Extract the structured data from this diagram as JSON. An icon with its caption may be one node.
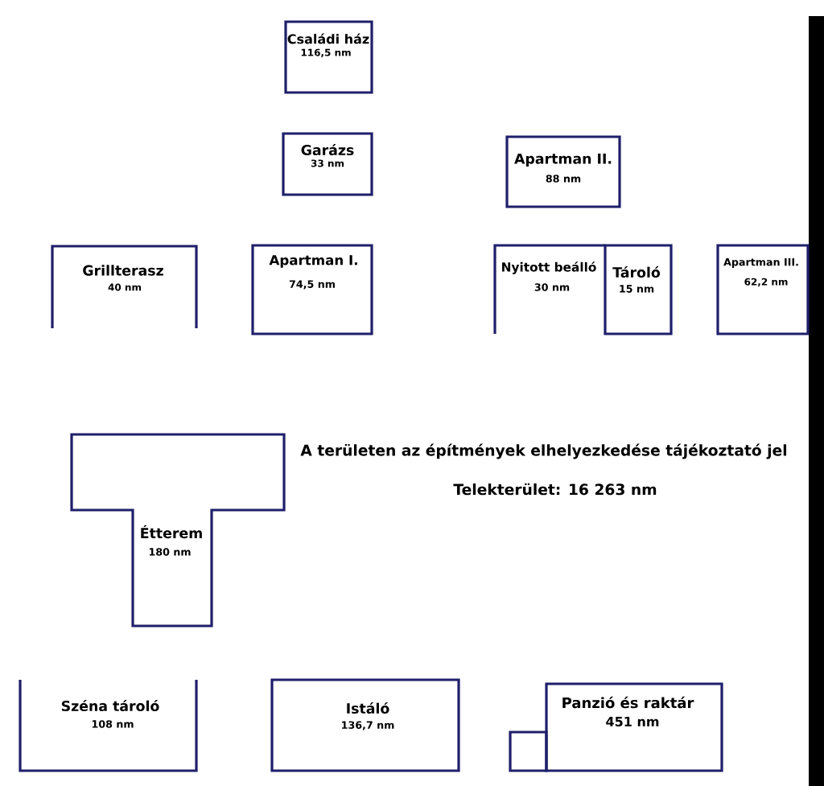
{
  "diagram": {
    "nodes": [
      {
        "text": [
          "Családi ház",
          "116,5 nm"
        ]
      },
      {
        "text": [
          "Garázs",
          "33 nm"
        ]
      },
      {
        "text": [
          "Apartman II.",
          "88 nm"
        ]
      },
      {
        "text": [
          "Grillterasz",
          "40 nm"
        ]
      },
      {
        "text": [
          "Apartman I.",
          "74,5 nm"
        ]
      },
      {
        "text": [
          "Nyitott beálló",
          "30 nm"
        ]
      },
      {
        "text": [
          "Tároló",
          "15 nm"
        ]
      },
      {
        "text": [
          "Apartman III.",
          "62,2 nm"
        ]
      },
      {
        "text": [
          "Étterem",
          "180 nm"
        ]
      },
      {
        "text": [
          "Széna tároló",
          "108 nm"
        ]
      },
      {
        "text": [
          "Istáló",
          "136,7 nm"
        ]
      },
      {
        "text": [
          "Panzió és raktár",
          "451 nm"
        ]
      },
      {
        "text": [],
        "shape": "box"
      }
    ],
    "labels": [
      "A területen az építmények elhelyezkedése tájékoztató jel",
      "Telekterület: 16 263 nm"
    ]
  }
}
